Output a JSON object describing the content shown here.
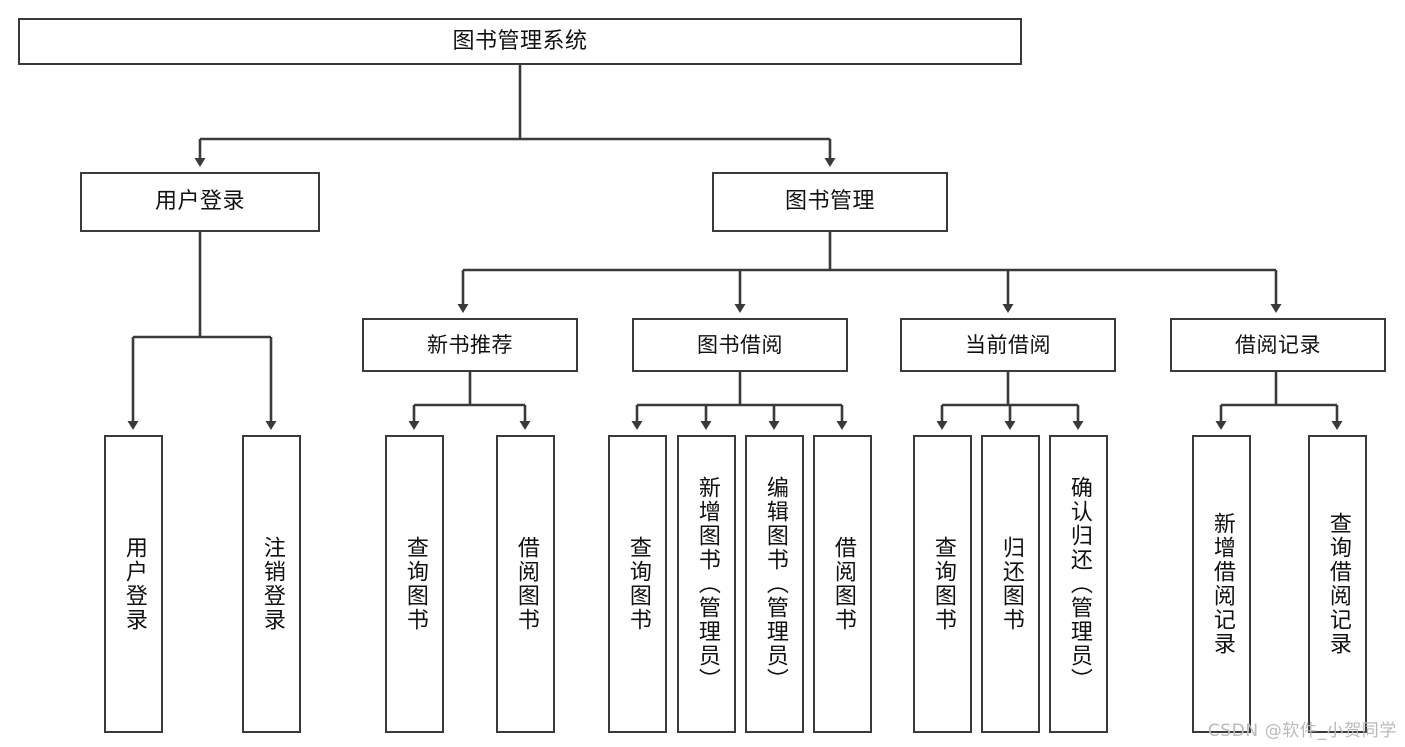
{
  "diagram": {
    "title": "图书管理系统",
    "type": "hierarchy-tree",
    "watermark": "CSDN @软件_小贺同学",
    "colors": {
      "stroke": "#3a3a3a",
      "background": "#ffffff",
      "text": "#111111",
      "watermark": "#b9b9b9"
    }
  },
  "nodes": {
    "root": {
      "label": "图书管理系统"
    },
    "level1": [
      {
        "id": "user-login",
        "label": "用户登录"
      },
      {
        "id": "book-management",
        "label": "图书管理"
      }
    ],
    "level2": [
      {
        "id": "new-book-recommend",
        "label": "新书推荐"
      },
      {
        "id": "book-borrow",
        "label": "图书借阅"
      },
      {
        "id": "current-borrow",
        "label": "当前借阅"
      },
      {
        "id": "borrow-record",
        "label": "借阅记录"
      }
    ],
    "leaves": {
      "user-login": [
        {
          "id": "leaf-user-login",
          "label": "用户登录"
        },
        {
          "id": "leaf-logout",
          "label": "注销登录"
        }
      ],
      "new-book-recommend": [
        {
          "id": "leaf-query-book-1",
          "label": "查询图书"
        },
        {
          "id": "leaf-borrow-book-1",
          "label": "借阅图书"
        }
      ],
      "book-borrow": [
        {
          "id": "leaf-query-book-2",
          "label": "查询图书"
        },
        {
          "id": "leaf-add-book",
          "label": "新增图书（管理员）"
        },
        {
          "id": "leaf-edit-book",
          "label": "编辑图书（管理员）"
        },
        {
          "id": "leaf-borrow-book-2",
          "label": "借阅图书"
        }
      ],
      "current-borrow": [
        {
          "id": "leaf-query-book-3",
          "label": "查询图书"
        },
        {
          "id": "leaf-return-book",
          "label": "归还图书"
        },
        {
          "id": "leaf-confirm-return",
          "label": "确认归还（管理员）"
        }
      ],
      "borrow-record": [
        {
          "id": "leaf-add-record",
          "label": "新增借阅记录"
        },
        {
          "id": "leaf-query-record",
          "label": "查询借阅记录"
        }
      ]
    }
  }
}
